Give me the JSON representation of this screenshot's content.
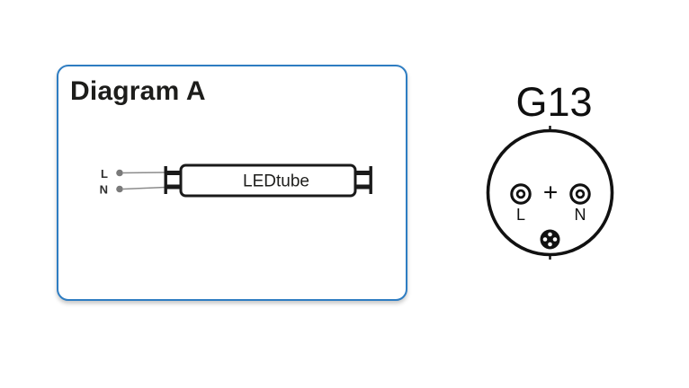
{
  "page": {
    "background_color": "#ffffff"
  },
  "diagram_panel": {
    "title": "Diagram A",
    "border_color": "#2e7dc2",
    "tube": {
      "label": "LEDtube"
    },
    "wires": {
      "line_label": "L",
      "neutral_label": "N"
    }
  },
  "connector": {
    "title": "G13",
    "line_pin_label": "L",
    "neutral_pin_label": "N",
    "plus_symbol": "+"
  },
  "colors": {
    "accent_blue": "#2e7dc2",
    "line_black": "#1a1a1a",
    "wire_gray": "#8c8c8c",
    "dot_gray": "#7a7a7a",
    "text_dark": "#1d1d1b"
  }
}
